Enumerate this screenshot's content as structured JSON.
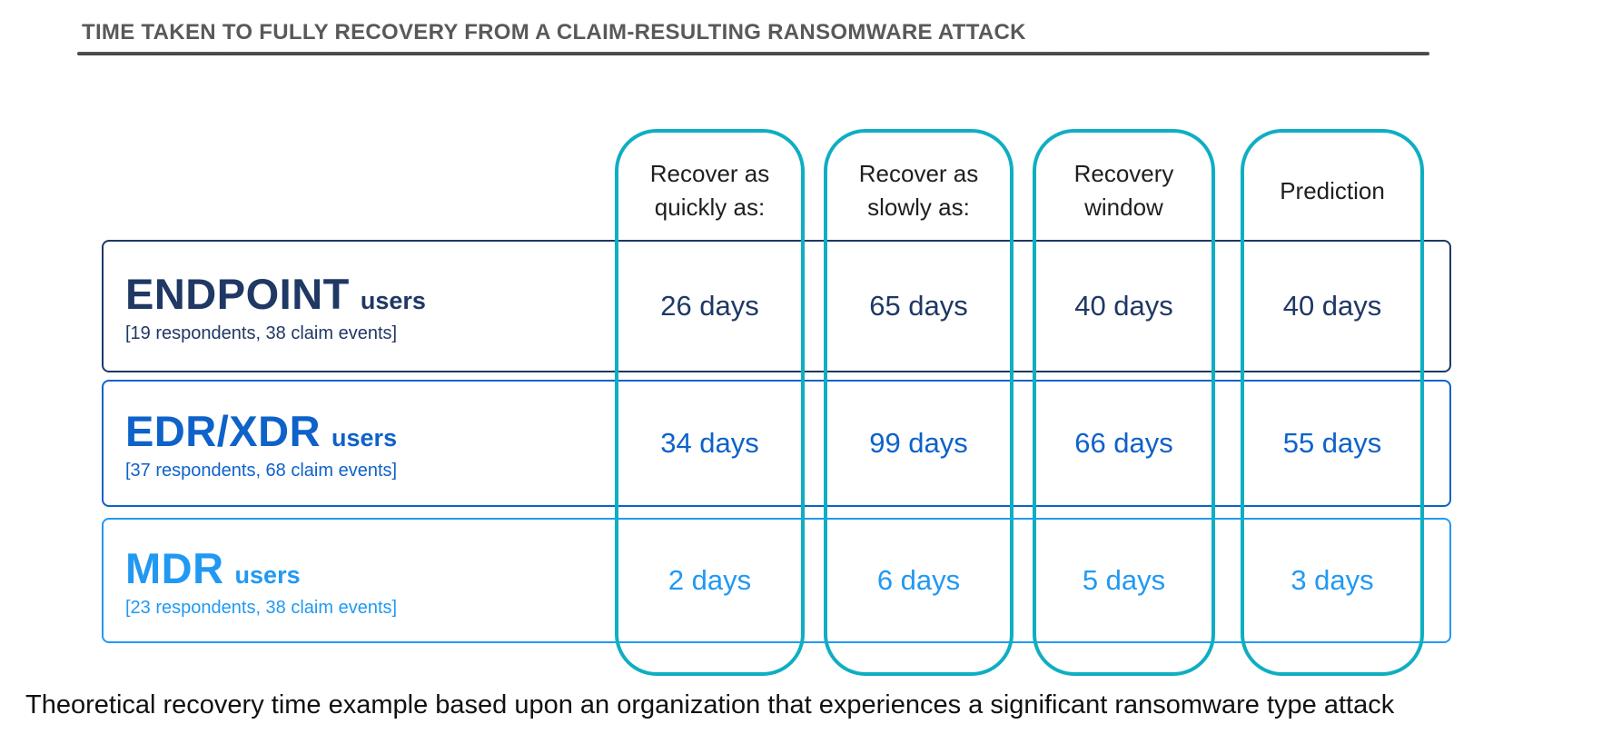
{
  "slide": {
    "title": "TIME TAKEN TO FULLY RECOVERY FROM A CLAIM-RESULTING RANSOMWARE ATTACK",
    "footnote": "Theoretical recovery time example based upon an organization that experiences a significant ransomware type attack"
  },
  "columns": [
    {
      "label": "Recover as\nquickly as:"
    },
    {
      "label": "Recover as\nslowly as:"
    },
    {
      "label": "Recovery\nwindow"
    },
    {
      "label": "Prediction"
    }
  ],
  "rows": [
    {
      "name": "ENDPOINT",
      "qualifier": "users",
      "sample": "[19 respondents, 38 claim events]",
      "color": "#1F3864",
      "values": [
        "26 days",
        "65 days",
        "40 days",
        "40 days"
      ]
    },
    {
      "name": "EDR/XDR",
      "qualifier": "users",
      "sample": "[37 respondents, 68 claim events]",
      "color": "#0E62C9",
      "values": [
        "34 days",
        "99 days",
        "66 days",
        "55 days"
      ]
    },
    {
      "name": "MDR",
      "qualifier": "users",
      "sample": "[23 respondents, 38 claim events]",
      "color": "#2199F2",
      "values": [
        "2 days",
        "6 days",
        "5 days",
        "3 days"
      ]
    }
  ],
  "colors": {
    "title_gray": "#595959",
    "rule_dark": "#3F3F3F",
    "teal": "#0FAEC2",
    "navy": "#1F3864",
    "blue": "#0E62C9",
    "light_blue": "#2199F2",
    "header_text": "#1F1F1F",
    "footnote_text": "#111111"
  },
  "chart_data": {
    "type": "table",
    "title": "TIME TAKEN TO FULLY RECOVERY FROM A CLAIM-RESULTING RANSOMWARE ATTACK",
    "columns": [
      "Recover as quickly as:",
      "Recover as slowly as:",
      "Recovery window",
      "Prediction"
    ],
    "unit": "days",
    "groups": [
      {
        "name": "ENDPOINT users",
        "respondents": 19,
        "claim_events": 38,
        "recover_quickly": 26,
        "recover_slowly": 65,
        "recovery_window": 40,
        "prediction": 40
      },
      {
        "name": "EDR/XDR users",
        "respondents": 37,
        "claim_events": 68,
        "recover_quickly": 34,
        "recover_slowly": 99,
        "recovery_window": 66,
        "prediction": 55
      },
      {
        "name": "MDR users",
        "respondents": 23,
        "claim_events": 38,
        "recover_quickly": 2,
        "recover_slowly": 6,
        "recovery_window": 5,
        "prediction": 3
      }
    ]
  }
}
